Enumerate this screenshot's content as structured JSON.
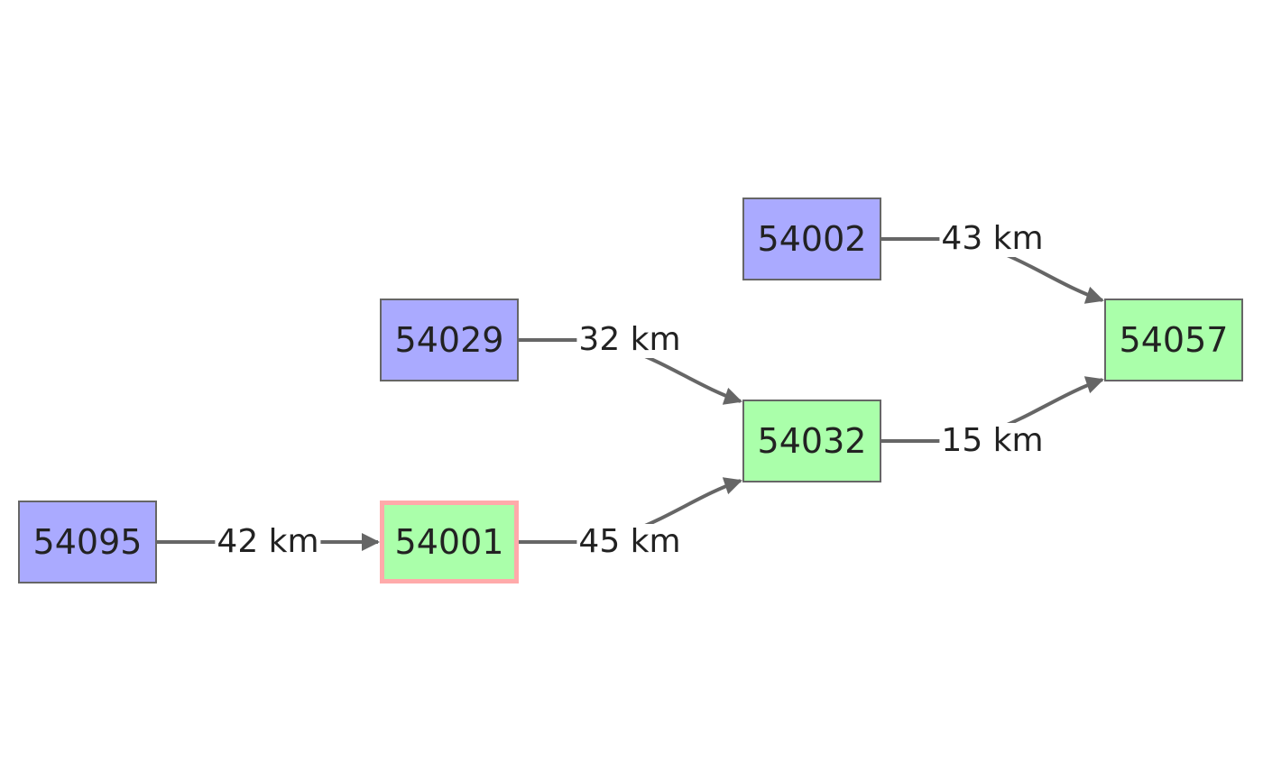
{
  "colors": {
    "source_fill": "#aaaaff",
    "merge_fill": "#aaffaa",
    "highlight_border": "#ffaaaa",
    "node_border": "#666666",
    "edge": "#666666",
    "text": "#222222"
  },
  "nodes": [
    {
      "id": "54095",
      "label": "54095",
      "type": "source"
    },
    {
      "id": "54001",
      "label": "54001",
      "type": "merge",
      "highlighted": true
    },
    {
      "id": "54029",
      "label": "54029",
      "type": "source"
    },
    {
      "id": "54032",
      "label": "54032",
      "type": "merge"
    },
    {
      "id": "54002",
      "label": "54002",
      "type": "source"
    },
    {
      "id": "54057",
      "label": "54057",
      "type": "merge"
    }
  ],
  "edges": [
    {
      "from": "54095",
      "to": "54001",
      "label": "42 km"
    },
    {
      "from": "54001",
      "to": "54032",
      "label": "45 km"
    },
    {
      "from": "54029",
      "to": "54032",
      "label": "32 km"
    },
    {
      "from": "54032",
      "to": "54057",
      "label": "15 km"
    },
    {
      "from": "54002",
      "to": "54057",
      "label": "43 km"
    }
  ]
}
